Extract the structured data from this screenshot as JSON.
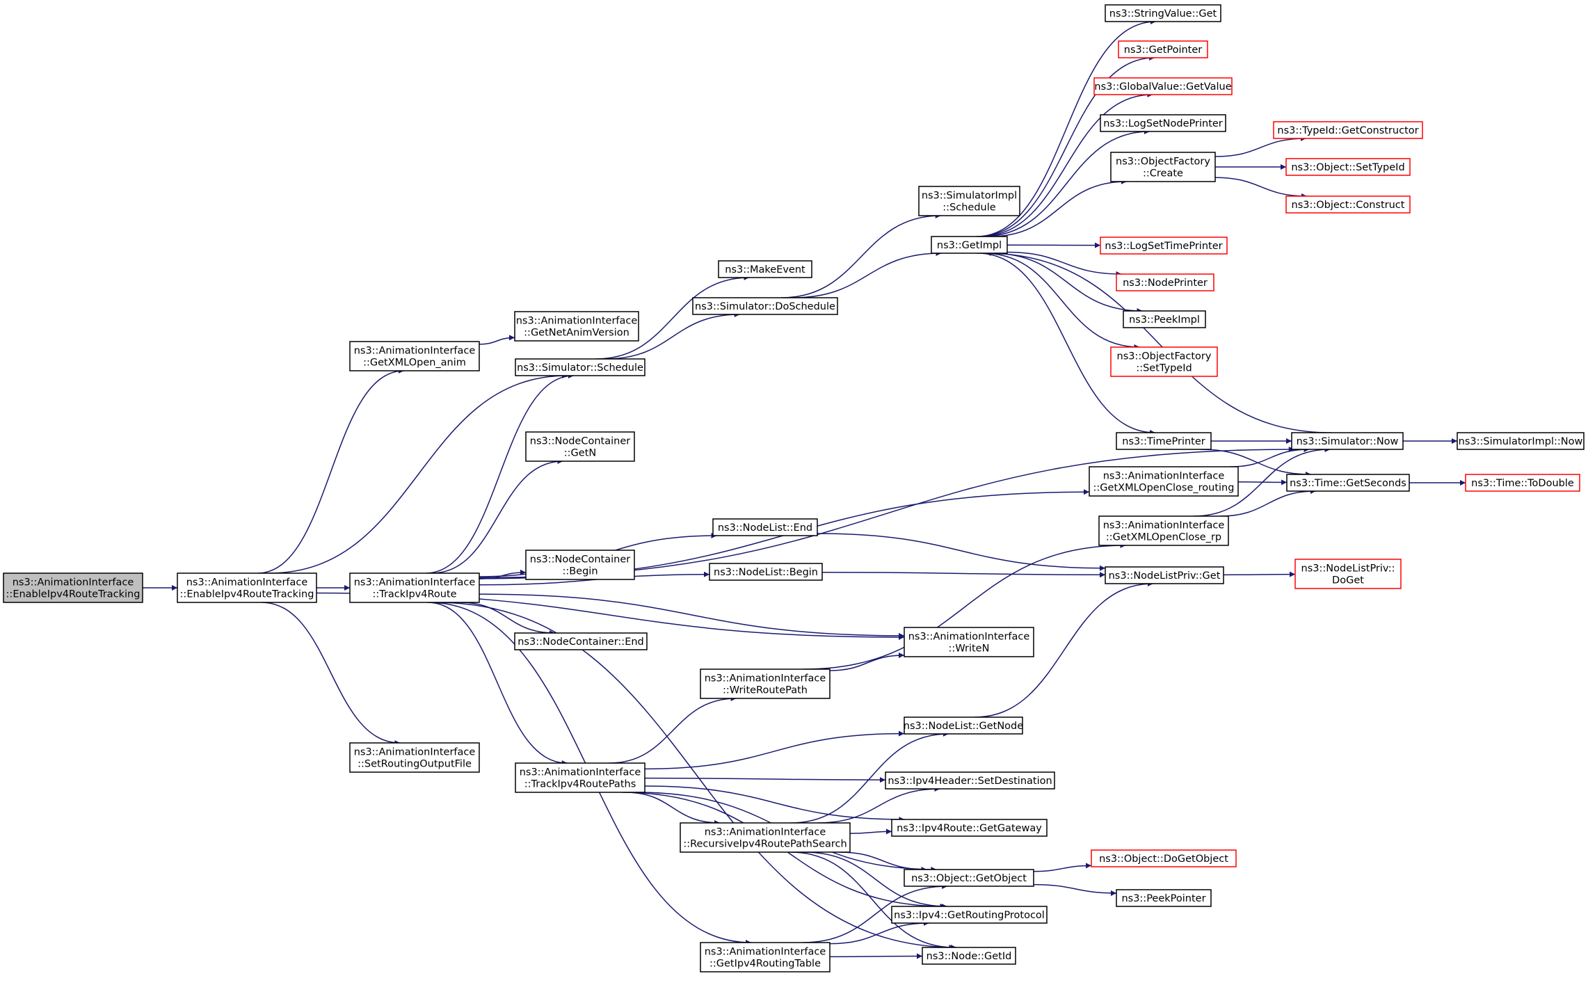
{
  "graph": {
    "type": "call-graph",
    "colors": {
      "edge": "#191970",
      "documented_border": "#000000",
      "undocumented_border": "#ff0000",
      "root_fill": "#bfbfbf",
      "node_fill": "#ffffff"
    },
    "nodes": {
      "n0": {
        "lines": [
          "ns3::AnimationInterface",
          "::EnableIpv4RouteTracking"
        ],
        "status": "root"
      },
      "n1": {
        "lines": [
          "ns3::AnimationInterface",
          "::EnableIpv4RouteTracking"
        ],
        "status": "documented"
      },
      "n2": {
        "lines": [
          "ns3::AnimationInterface",
          "::GetXMLOpen_anim"
        ],
        "status": "documented"
      },
      "n3": {
        "lines": [
          "ns3::AnimationInterface",
          "::GetNetAnimVersion"
        ],
        "status": "documented"
      },
      "n4": {
        "lines": [
          "ns3::Simulator::Schedule"
        ],
        "status": "documented"
      },
      "n5": {
        "lines": [
          "ns3::MakeEvent"
        ],
        "status": "documented"
      },
      "n6": {
        "lines": [
          "ns3::Simulator::DoSchedule"
        ],
        "status": "documented"
      },
      "n7": {
        "lines": [
          "ns3::SimulatorImpl",
          "::Schedule"
        ],
        "status": "documented"
      },
      "n8": {
        "lines": [
          "ns3::GetImpl"
        ],
        "status": "documented"
      },
      "n9": {
        "lines": [
          "ns3::StringValue::Get"
        ],
        "status": "documented"
      },
      "n10": {
        "lines": [
          "ns3::GetPointer"
        ],
        "status": "undocumented"
      },
      "n11": {
        "lines": [
          "ns3::GlobalValue::GetValue"
        ],
        "status": "undocumented"
      },
      "n12": {
        "lines": [
          "ns3::LogSetNodePrinter"
        ],
        "status": "documented"
      },
      "n13": {
        "lines": [
          "ns3::ObjectFactory",
          "::Create"
        ],
        "status": "documented"
      },
      "n14": {
        "lines": [
          "ns3::TypeId::GetConstructor"
        ],
        "status": "undocumented"
      },
      "n15": {
        "lines": [
          "ns3::Object::SetTypeId"
        ],
        "status": "undocumented"
      },
      "n16": {
        "lines": [
          "ns3::Object::Construct"
        ],
        "status": "undocumented"
      },
      "n17": {
        "lines": [
          "ns3::LogSetTimePrinter"
        ],
        "status": "undocumented"
      },
      "n18": {
        "lines": [
          "ns3::NodePrinter"
        ],
        "status": "undocumented"
      },
      "n19": {
        "lines": [
          "ns3::PeekImpl"
        ],
        "status": "documented"
      },
      "n20": {
        "lines": [
          "ns3::ObjectFactory",
          "::SetTypeId"
        ],
        "status": "undocumented"
      },
      "n21": {
        "lines": [
          "ns3::TimePrinter"
        ],
        "status": "documented"
      },
      "n22": {
        "lines": [
          "ns3::Simulator::Now"
        ],
        "status": "documented"
      },
      "n23": {
        "lines": [
          "ns3::SimulatorImpl::Now"
        ],
        "status": "documented"
      },
      "n24": {
        "lines": [
          "ns3::Time::GetSeconds"
        ],
        "status": "documented"
      },
      "n25": {
        "lines": [
          "ns3::Time::ToDouble"
        ],
        "status": "undocumented"
      },
      "n26": {
        "lines": [
          "ns3::AnimationInterface",
          "::GetXMLOpenClose_routing"
        ],
        "status": "documented"
      },
      "n27": {
        "lines": [
          "ns3::AnimationInterface",
          "::GetXMLOpenClose_rp"
        ],
        "status": "documented"
      },
      "n28": {
        "lines": [
          "ns3::NodeListPriv::Get"
        ],
        "status": "documented"
      },
      "n29": {
        "lines": [
          "ns3::NodeListPriv::",
          "DoGet"
        ],
        "status": "undocumented"
      },
      "n30": {
        "lines": [
          "ns3::AnimationInterface",
          "::TrackIpv4Route"
        ],
        "status": "documented"
      },
      "n31": {
        "lines": [
          "ns3::NodeContainer",
          "::GetN"
        ],
        "status": "documented"
      },
      "n32": {
        "lines": [
          "ns3::NodeContainer",
          "::Begin"
        ],
        "status": "documented"
      },
      "n33": {
        "lines": [
          "ns3::NodeContainer::End"
        ],
        "status": "documented"
      },
      "n34": {
        "lines": [
          "ns3::NodeList::End"
        ],
        "status": "documented"
      },
      "n35": {
        "lines": [
          "ns3::NodeList::Begin"
        ],
        "status": "documented"
      },
      "n36": {
        "lines": [
          "ns3::AnimationInterface",
          "::WriteN"
        ],
        "status": "documented"
      },
      "n37": {
        "lines": [
          "ns3::AnimationInterface",
          "::WriteRoutePath"
        ],
        "status": "documented"
      },
      "n38": {
        "lines": [
          "ns3::AnimationInterface",
          "::SetRoutingOutputFile"
        ],
        "status": "documented"
      },
      "n39": {
        "lines": [
          "ns3::AnimationInterface",
          "::TrackIpv4RoutePaths"
        ],
        "status": "documented"
      },
      "n40": {
        "lines": [
          "ns3::NodeList::GetNode"
        ],
        "status": "documented"
      },
      "n41": {
        "lines": [
          "ns3::Ipv4Header::SetDestination"
        ],
        "status": "documented"
      },
      "n42": {
        "lines": [
          "ns3::AnimationInterface",
          "::RecursiveIpv4RoutePathSearch"
        ],
        "status": "documented"
      },
      "n43": {
        "lines": [
          "ns3::Ipv4Route::GetGateway"
        ],
        "status": "documented"
      },
      "n44": {
        "lines": [
          "ns3::Object::GetObject"
        ],
        "status": "documented"
      },
      "n45": {
        "lines": [
          "ns3::Object::DoGetObject"
        ],
        "status": "undocumented"
      },
      "n46": {
        "lines": [
          "ns3::PeekPointer"
        ],
        "status": "documented"
      },
      "n47": {
        "lines": [
          "ns3::Ipv4::GetRoutingProtocol"
        ],
        "status": "documented"
      },
      "n48": {
        "lines": [
          "ns3::AnimationInterface",
          "::GetIpv4RoutingTable"
        ],
        "status": "documented"
      },
      "n49": {
        "lines": [
          "ns3::Node::GetId"
        ],
        "status": "documented"
      }
    },
    "edges": [
      [
        "n0",
        "n1"
      ],
      [
        "n1",
        "n2"
      ],
      [
        "n1",
        "n4"
      ],
      [
        "n1",
        "n30"
      ],
      [
        "n1",
        "n36"
      ],
      [
        "n1",
        "n38"
      ],
      [
        "n2",
        "n3"
      ],
      [
        "n4",
        "n5"
      ],
      [
        "n4",
        "n6"
      ],
      [
        "n6",
        "n7"
      ],
      [
        "n6",
        "n8"
      ],
      [
        "n8",
        "n9"
      ],
      [
        "n8",
        "n10"
      ],
      [
        "n8",
        "n11"
      ],
      [
        "n8",
        "n12"
      ],
      [
        "n8",
        "n13"
      ],
      [
        "n8",
        "n17"
      ],
      [
        "n8",
        "n18"
      ],
      [
        "n8",
        "n19"
      ],
      [
        "n8",
        "n20"
      ],
      [
        "n8",
        "n21"
      ],
      [
        "n13",
        "n14"
      ],
      [
        "n13",
        "n15"
      ],
      [
        "n13",
        "n16"
      ],
      [
        "n21",
        "n22"
      ],
      [
        "n21",
        "n24"
      ],
      [
        "n22",
        "n23"
      ],
      [
        "n22",
        "n8"
      ],
      [
        "n24",
        "n25"
      ],
      [
        "n26",
        "n22"
      ],
      [
        "n26",
        "n24"
      ],
      [
        "n27",
        "n22"
      ],
      [
        "n27",
        "n24"
      ],
      [
        "n28",
        "n29"
      ],
      [
        "n30",
        "n4"
      ],
      [
        "n30",
        "n22"
      ],
      [
        "n30",
        "n31"
      ],
      [
        "n30",
        "n26"
      ],
      [
        "n30",
        "n34"
      ],
      [
        "n30",
        "n32"
      ],
      [
        "n30",
        "n35"
      ],
      [
        "n30",
        "n33"
      ],
      [
        "n30",
        "n36"
      ],
      [
        "n30",
        "n39"
      ],
      [
        "n30",
        "n48"
      ],
      [
        "n30",
        "n49"
      ],
      [
        "n34",
        "n28"
      ],
      [
        "n35",
        "n28"
      ],
      [
        "n37",
        "n36"
      ],
      [
        "n37",
        "n27"
      ],
      [
        "n40",
        "n28"
      ],
      [
        "n39",
        "n37"
      ],
      [
        "n39",
        "n40"
      ],
      [
        "n39",
        "n41"
      ],
      [
        "n39",
        "n42"
      ],
      [
        "n39",
        "n43"
      ],
      [
        "n39",
        "n44"
      ],
      [
        "n39",
        "n47"
      ],
      [
        "n42",
        "n40"
      ],
      [
        "n42",
        "n41"
      ],
      [
        "n42",
        "n43"
      ],
      [
        "n42",
        "n44"
      ],
      [
        "n42",
        "n47"
      ],
      [
        "n42",
        "n49"
      ],
      [
        "n44",
        "n45"
      ],
      [
        "n44",
        "n46"
      ],
      [
        "n48",
        "n44"
      ],
      [
        "n48",
        "n47"
      ],
      [
        "n48",
        "n49"
      ]
    ]
  }
}
